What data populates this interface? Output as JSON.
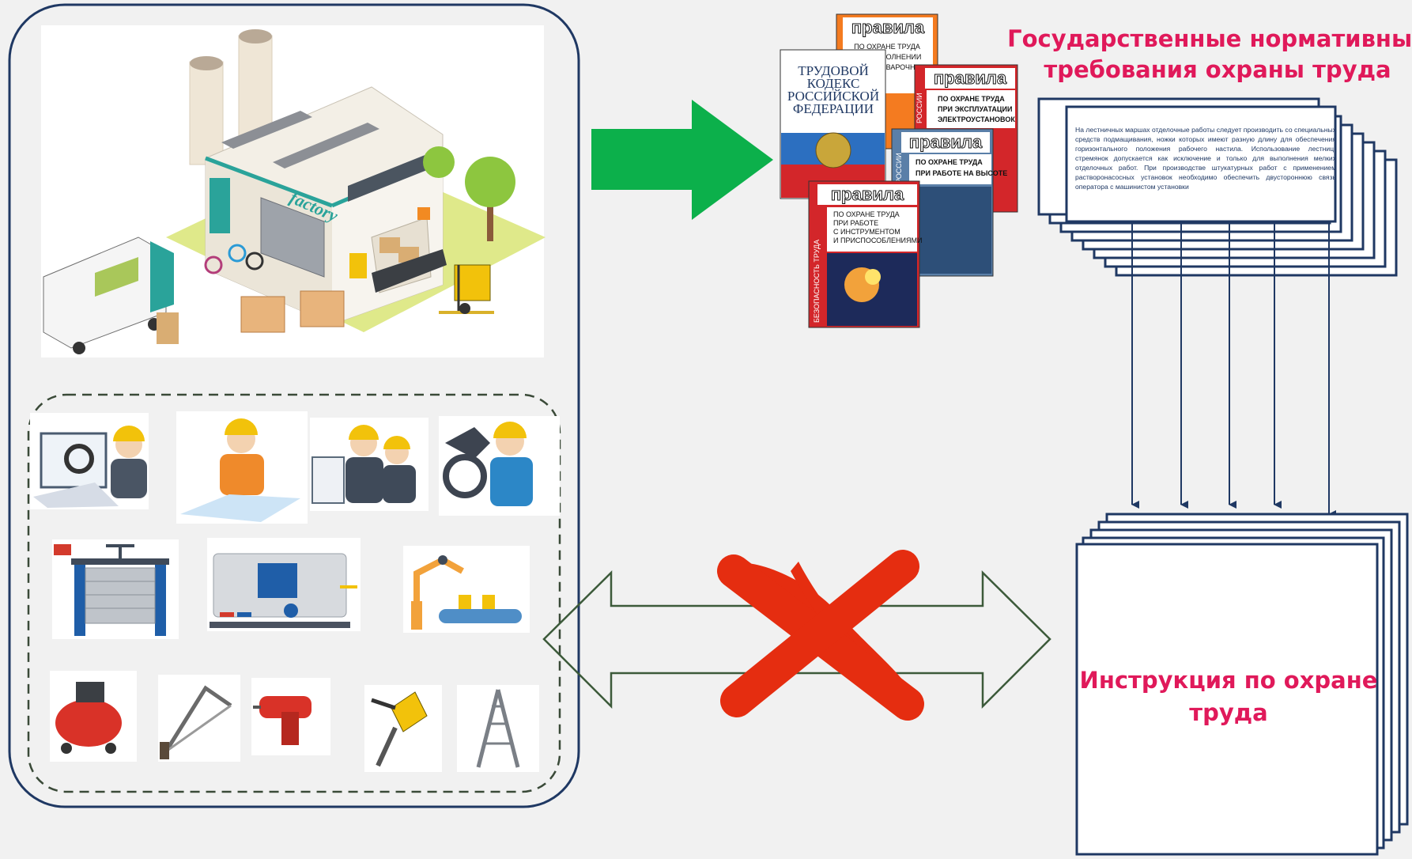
{
  "heading": {
    "line1": "Государственные нормативные",
    "line2": "требования охраны труда"
  },
  "document_excerpt": "На лестничных маршах отделочные работы следует производить со специальных средств подмащивания, ножки которых имеют разную длину для обеспечения горизонтального положения рабочего настила. Использование лестниц-стремянок допускается как исключение и только для выполнения мелких отделочных работ. При производстве штукатурных работ с применением растворонасосных установок необходимо обеспечить двустороннюю связь оператора с машинистом установки",
  "instruction": {
    "line1": "Инструкция по охране",
    "line2": "труда"
  },
  "factory": {
    "sign": "factory"
  },
  "books": {
    "labor_code": {
      "l1": "ТРУДОВОЙ",
      "l2": "КОДЕКС",
      "l3": "РОССИЙСКОЙ",
      "l4": "ФЕДЕРАЦИИ"
    },
    "rules_welding": {
      "title": "правила",
      "l1": "ПО ОХРАНЕ ТРУДА",
      "l2": "ПРИ ВЫПОЛНЕНИИ",
      "l3": "ЭЛЕКТРОСВАРОЧНЫХ"
    },
    "rules_electric": {
      "title": "правила",
      "l1": "ПО ОХРАНЕ ТРУДА",
      "l2": "ПРИ ЭКСПЛУАТАЦИИ",
      "l3": "ЭЛЕКТРОУСТАНОВОК",
      "side": "РОССИИ"
    },
    "rules_height": {
      "title": "правила",
      "l1": "ПО ОХРАНЕ ТРУДА",
      "l2": "ПРИ РАБОТЕ НА ВЫСОТЕ",
      "side": "РОССИИ"
    },
    "rules_tools": {
      "title": "правила",
      "l1": "ПО ОХРАНЕ ТРУДА",
      "l2": "ПРИ РАБОТЕ",
      "l3": "С ИНСТРУМЕНТОМ",
      "l4": "И ПРИСПОСОБЛЕНИЯМИ",
      "side": "БЕЗОПАСНОСТЬ ТРУДА"
    }
  },
  "colors": {
    "accent": "#e0195a",
    "navy": "#1f3863",
    "green_arrow": "#0cb04b",
    "cross": "#e52d10",
    "dashed": "#3a4a38",
    "hollow_arrow": "#3c5a3a"
  }
}
